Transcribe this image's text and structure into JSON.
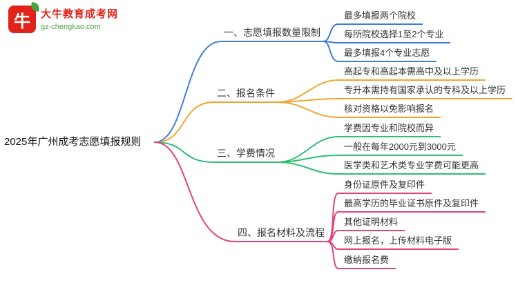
{
  "logo": {
    "name": "大牛教育成考网",
    "url": "gz-chengkao.com",
    "mark": "牛",
    "colors": {
      "red": "#e2231a",
      "green": "#4aa43c"
    }
  },
  "root": {
    "label": "2025年广州成考志愿填报规则"
  },
  "branches": [
    {
      "label": "一、志愿填报数量限制",
      "color": "#3d7fd4",
      "children": [
        "最多填报两个院校",
        "每所院校选择1至2个专业",
        "最多填报4个专业志愿"
      ]
    },
    {
      "label": "二、报名条件",
      "color": "#f0a62e",
      "children": [
        "高起专和高起本需高中及以上学历",
        "专升本需持有国家承认的专科及以上学历",
        "核对资格以免影响报名"
      ]
    },
    {
      "label": "三、学费情况",
      "color": "#2fbd6e",
      "children": [
        "学费因专业和院校而异",
        "一般在每年2000元到3000元",
        "医学类和艺术类专业学费可能更高"
      ]
    },
    {
      "label": "四、报名材料及流程",
      "color": "#e5417d",
      "children": [
        "身份证原件及复印件",
        "最高学历的毕业证书原件及复印件",
        "其他证明材料",
        "网上报名，上传材料电子版",
        "缴纳报名费"
      ]
    }
  ]
}
